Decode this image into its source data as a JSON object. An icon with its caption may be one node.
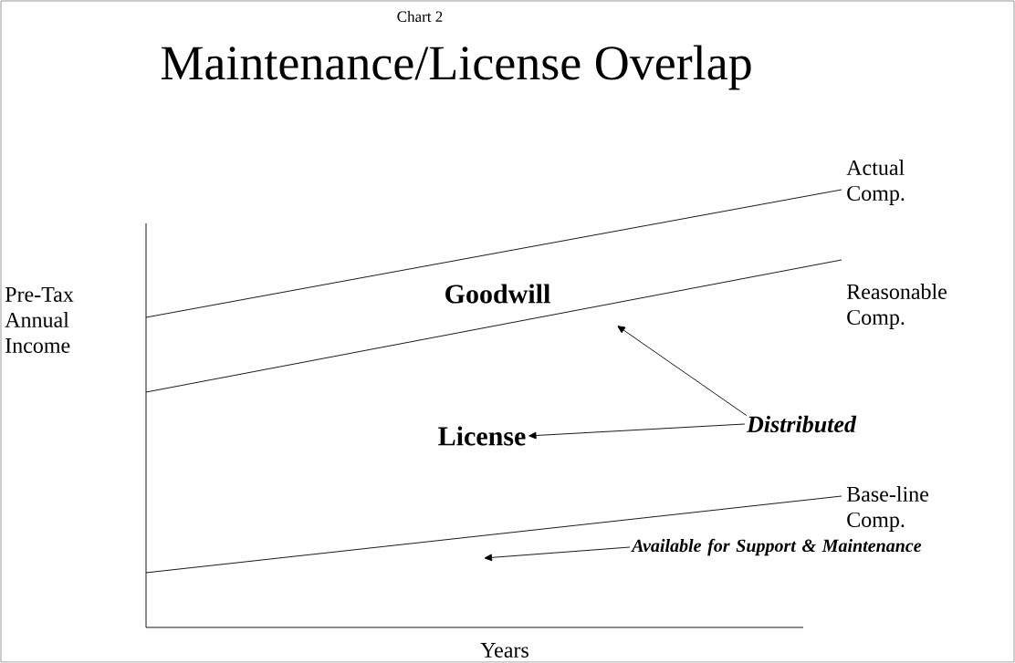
{
  "diagram": {
    "title": "Maintenance/License Overlap",
    "nodes": [
      {
        "text": [
          "Goodwill"
        ]
      },
      {
        "text": [
          "License"
        ]
      },
      {
        "text": [
          "Distributed"
        ]
      },
      {
        "text": [
          "Available for Support & Maintenance"
        ]
      }
    ],
    "edges": [
      {
        "from": 2,
        "to": 1,
        "arrow": "to"
      },
      {
        "from": 2,
        "to": null,
        "arrow": "to"
      },
      {
        "from": 3,
        "to": null,
        "arrow": "to"
      }
    ],
    "labels": [
      "Chart 2",
      "Actual Comp.",
      "Pre-Tax Annual Income",
      "Reasonable Comp.",
      "Base-line Comp.",
      "Years"
    ]
  }
}
